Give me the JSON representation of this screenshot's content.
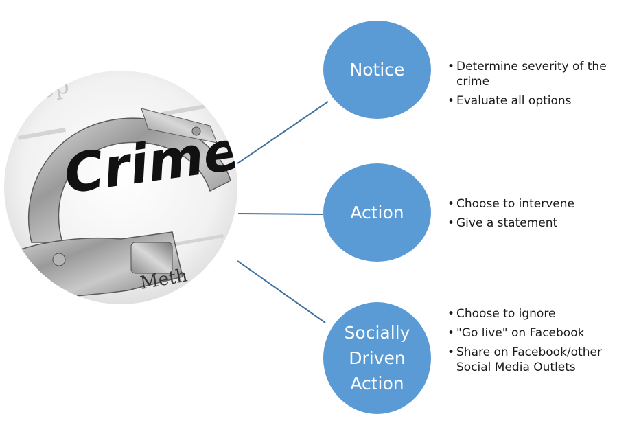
{
  "photo": {
    "headline": "Crime",
    "fragment_top": "op",
    "fragment_bottom": "Meth"
  },
  "nodes": [
    {
      "label_lines": [
        "Notice"
      ],
      "bullets": [
        "Determine severity of the crime",
        "Evaluate all options"
      ]
    },
    {
      "label_lines": [
        "Action"
      ],
      "bullets": [
        "Choose to intervene",
        "Give a statement"
      ]
    },
    {
      "label_lines": [
        "Socially",
        "Driven",
        "Action"
      ],
      "bullets": [
        "Choose to ignore",
        "\"Go live\" on Facebook",
        "Share on Facebook/other Social Media Outlets"
      ]
    }
  ],
  "colors": {
    "node_fill": "#5b9bd5",
    "connector": "#41719c",
    "node_text": "#ffffff",
    "bullet_text": "#1a1a1a"
  }
}
